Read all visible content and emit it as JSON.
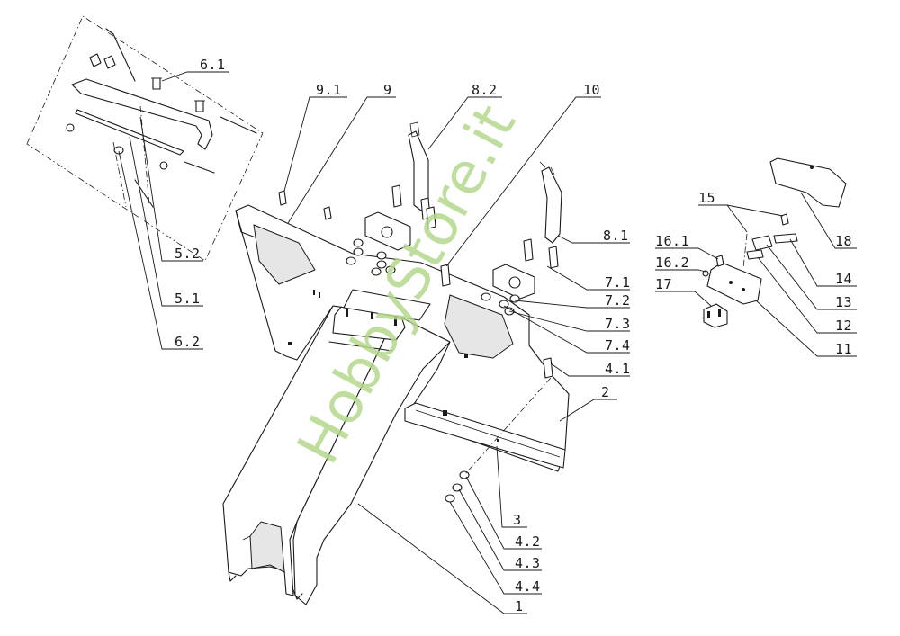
{
  "watermark": "HobbyStore.it",
  "labels": {
    "l_6_1": "6.1",
    "l_9_1": "9.1",
    "l_9": "9",
    "l_8_2": "8.2",
    "l_10": "10",
    "l_5_2": "5.2",
    "l_5_1": "5.1",
    "l_6_2": "6.2",
    "l_15": "15",
    "l_16_1": "16.1",
    "l_16_2": "16.2",
    "l_17": "17",
    "l_18": "18",
    "l_14": "14",
    "l_13": "13",
    "l_12": "12",
    "l_11": "11",
    "l_8_1": "8.1",
    "l_7_1": "7.1",
    "l_7_2": "7.2",
    "l_7_3": "7.3",
    "l_7_4": "7.4",
    "l_4_1": "4.1",
    "l_2": "2",
    "l_3": "3",
    "l_4_2": "4.2",
    "l_4_3": "4.3",
    "l_4_4": "4.4",
    "l_1": "1"
  }
}
